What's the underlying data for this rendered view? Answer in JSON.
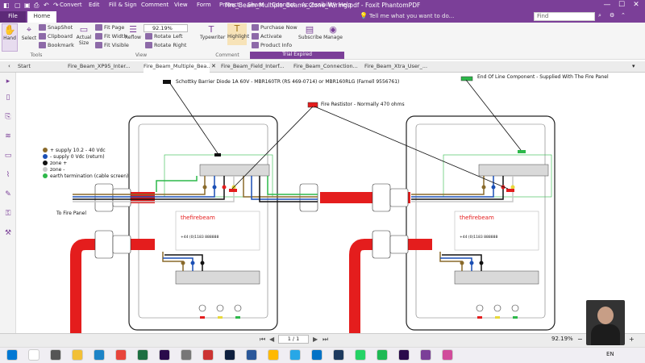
{
  "window": {
    "title": "Fire_Beam_Multiple_Beams_Zone_Wiring.pdf - Foxit PhantomPDF",
    "controls": [
      "—",
      "☐",
      "✕"
    ]
  },
  "menu": {
    "items": [
      "File",
      "Home",
      "Convert",
      "Edit",
      "Fill & Sign",
      "Comment",
      "View",
      "Form",
      "Protect",
      "Share",
      "Connect",
      "Accessibility",
      "Help"
    ],
    "tell_me": "Tell me what you want to do...",
    "find_placeholder": "Find"
  },
  "ribbon": {
    "hand": "Hand",
    "select": "Select",
    "snapshot": "SnapShot",
    "clipboard": "Clipboard",
    "bookmark": "Bookmark",
    "actual_size": "Actual Size",
    "fit_page": "Fit Page",
    "fit_width": "Fit Width",
    "fit_visible": "Fit Visible",
    "reflow": "Reflow",
    "zoom_value": "92.19%",
    "rotate_left": "Rotate Left",
    "rotate_right": "Rotate Right",
    "typewriter": "Typewriter",
    "highlight": "Highlight",
    "purchase_now": "Purchase Now",
    "activate": "Activate",
    "product_info": "Product Info",
    "subscribe": "Subscribe",
    "manage": "Manage",
    "group_tools": "Tools",
    "group_view": "View",
    "group_comment": "Comment",
    "trial_expired": "Trial Expired"
  },
  "tabs": [
    "Start",
    "Fire_Beam_XP95_Inter...",
    "Fire_Beam_Multiple_Bea...",
    "Fire_Beam_Field_Interf...",
    "Fire_Beam_Connection...",
    "Fire_Beam_Xtra_User_..."
  ],
  "diagram": {
    "schottky": "Schottky Barrier Diode 1A 60V - MBR160TR (RS 469-0714) or MBR160RLG (Farnell 9556761)",
    "end_of_line": "End Of Line Component - Supplied With The Fire Panel",
    "fire_resistor": "Fire Restistor - Normally 470 ohms",
    "legend": [
      {
        "label": "+ supply 10.2 - 40 Vdc",
        "color": "#8a6a2a"
      },
      {
        "label": "- supply 0 Vdc (return)",
        "color": "#1a4fb5"
      },
      {
        "label": "zone +",
        "color": "#111111"
      },
      {
        "label": "zone -",
        "color": "#c8c8c8"
      },
      {
        "label": "earth termination (cable screen)",
        "color": "#2db84a"
      }
    ],
    "to_fire_panel": "To Fire Panel",
    "brand": "thefirebeam",
    "brand_sub": "+44 (0)1183 888888"
  },
  "status": {
    "page": "1 / 1",
    "zoom": "92.19%"
  },
  "taskbar": {
    "time": "EN",
    "icons": [
      "windows-icon",
      "search-icon",
      "taskview-icon",
      "file-explorer-icon",
      "edge-icon",
      "chrome-icon",
      "excel-icon",
      "premiere-icon",
      "files-icon",
      "media-icon",
      "photoshop-icon",
      "word-icon",
      "explorer-icon",
      "telegram-icon",
      "mail-icon",
      "lightroom-icon",
      "whatsapp-icon",
      "spotify-icon",
      "premiere2-icon",
      "phantom-icon",
      "app-icon"
    ]
  },
  "colors": {
    "accent": "#7b3f98",
    "cable_red": "#e41d1d",
    "wire_green": "#2db84a",
    "wire_blue": "#1a4fb5"
  }
}
